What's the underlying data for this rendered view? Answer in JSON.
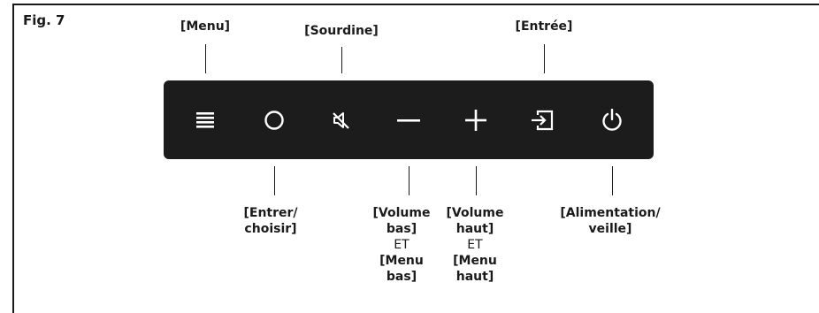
{
  "figure": {
    "label": "Fig. 7"
  },
  "top_labels": {
    "menu": "[Menu]",
    "mute": "[Sourdine]",
    "input": "[Entrée]"
  },
  "buttons": [
    {
      "icon": "menu-icon"
    },
    {
      "icon": "circle-icon"
    },
    {
      "icon": "mute-icon"
    },
    {
      "icon": "minus-icon"
    },
    {
      "icon": "plus-icon"
    },
    {
      "icon": "input-icon"
    },
    {
      "icon": "power-icon"
    }
  ],
  "bottom_labels": {
    "enter_choose": {
      "line1": "[Entrer/",
      "line2": "choisir]"
    },
    "volume_down": {
      "line1": "[Volume",
      "line2": "bas]",
      "joiner": "ET",
      "line3": "[Menu",
      "line4": "bas]"
    },
    "volume_up": {
      "line1": "[Volume",
      "line2": "haut]",
      "joiner": "ET",
      "line3": "[Menu",
      "line4": "haut]"
    },
    "power": {
      "line1": "[Alimentation/",
      "line2": "veille]"
    }
  },
  "colors": {
    "panel": "#1c1c1c",
    "icon": "#ffffff",
    "text": "#1a1a1a"
  }
}
